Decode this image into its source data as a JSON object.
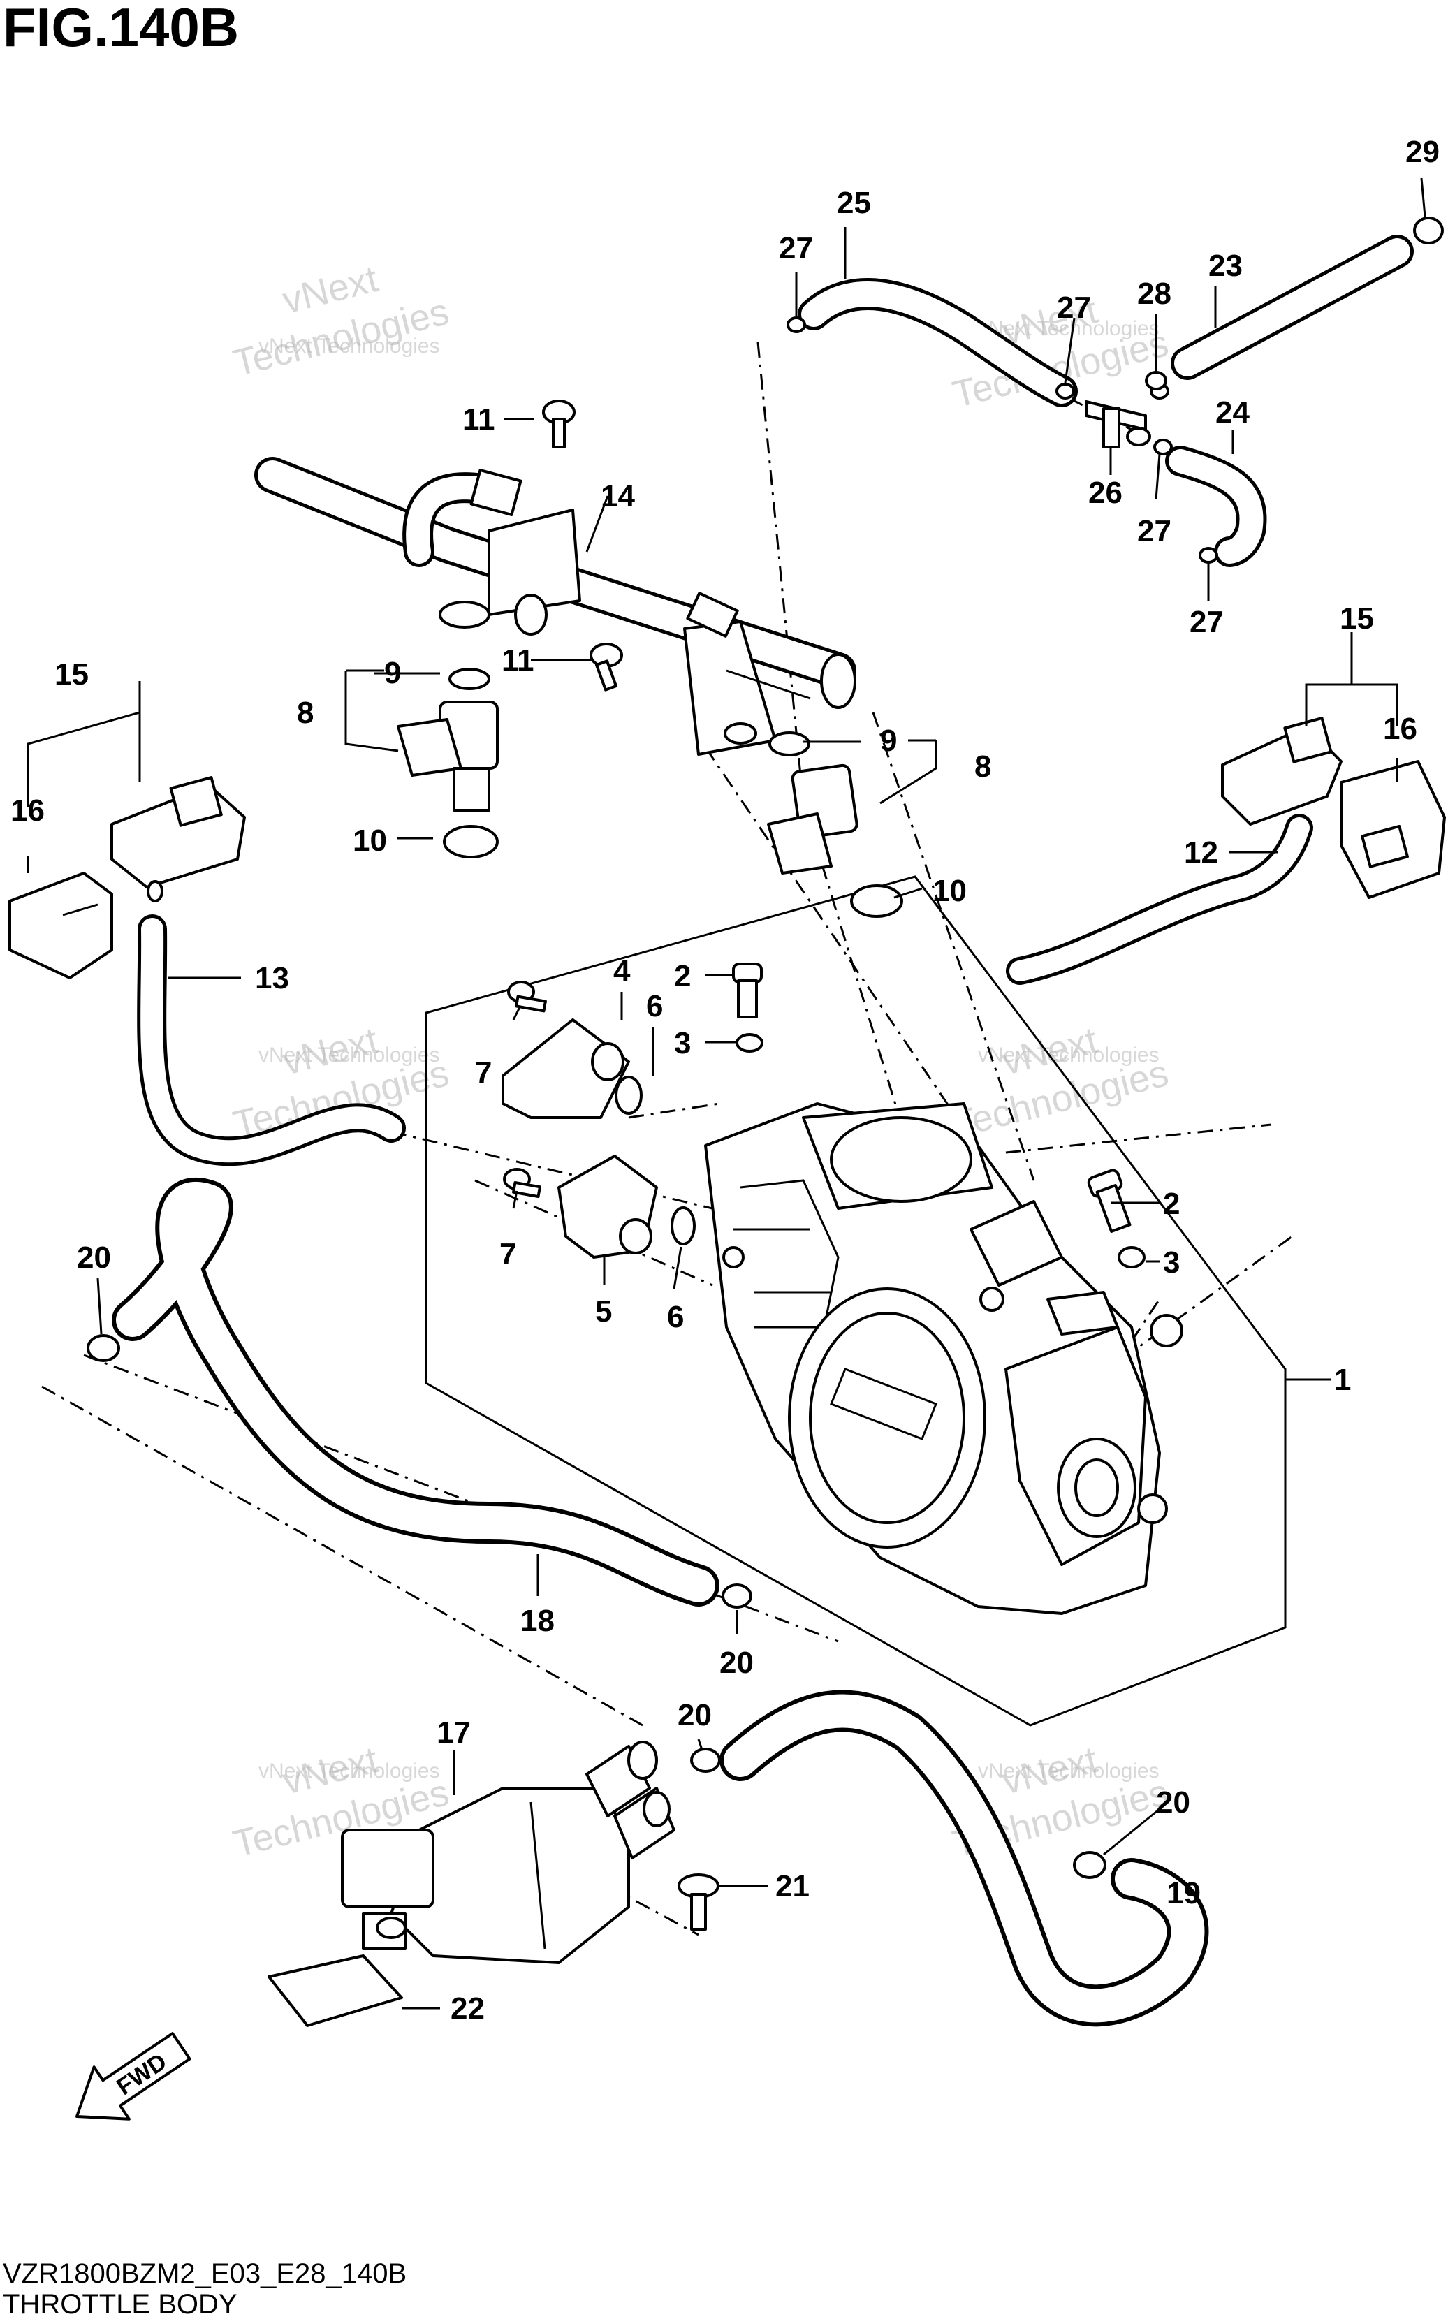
{
  "figure": {
    "title": "FIG.140B",
    "code": "VZR1800BZM2_E03_E28_140B",
    "name": "THROTTLE BODY"
  },
  "watermark": {
    "line1": "vNext Technologies",
    "line2": "Technologies",
    "line3": "vNext"
  },
  "fwd_label": "FWD",
  "callouts": [
    {
      "id": "c1",
      "label": "1"
    },
    {
      "id": "c2a",
      "label": "2"
    },
    {
      "id": "c2b",
      "label": "2"
    },
    {
      "id": "c3a",
      "label": "3"
    },
    {
      "id": "c3b",
      "label": "3"
    },
    {
      "id": "c4",
      "label": "4"
    },
    {
      "id": "c5",
      "label": "5"
    },
    {
      "id": "c6a",
      "label": "6"
    },
    {
      "id": "c6b",
      "label": "6"
    },
    {
      "id": "c7a",
      "label": "7"
    },
    {
      "id": "c7b",
      "label": "7"
    },
    {
      "id": "c8a",
      "label": "8"
    },
    {
      "id": "c8b",
      "label": "8"
    },
    {
      "id": "c9a",
      "label": "9"
    },
    {
      "id": "c9b",
      "label": "9"
    },
    {
      "id": "c10a",
      "label": "10"
    },
    {
      "id": "c10b",
      "label": "10"
    },
    {
      "id": "c11a",
      "label": "11"
    },
    {
      "id": "c11b",
      "label": "11"
    },
    {
      "id": "c12",
      "label": "12"
    },
    {
      "id": "c13",
      "label": "13"
    },
    {
      "id": "c14",
      "label": "14"
    },
    {
      "id": "c15a",
      "label": "15"
    },
    {
      "id": "c15b",
      "label": "15"
    },
    {
      "id": "c16a",
      "label": "16"
    },
    {
      "id": "c16b",
      "label": "16"
    },
    {
      "id": "c17",
      "label": "17"
    },
    {
      "id": "c18",
      "label": "18"
    },
    {
      "id": "c19",
      "label": "19"
    },
    {
      "id": "c20a",
      "label": "20"
    },
    {
      "id": "c20b",
      "label": "20"
    },
    {
      "id": "c20c",
      "label": "20"
    },
    {
      "id": "c20d",
      "label": "20"
    },
    {
      "id": "c21",
      "label": "21"
    },
    {
      "id": "c22",
      "label": "22"
    },
    {
      "id": "c23",
      "label": "23"
    },
    {
      "id": "c24",
      "label": "24"
    },
    {
      "id": "c25",
      "label": "25"
    },
    {
      "id": "c26",
      "label": "26"
    },
    {
      "id": "c27a",
      "label": "27"
    },
    {
      "id": "c27b",
      "label": "27"
    },
    {
      "id": "c27c",
      "label": "27"
    },
    {
      "id": "c27d",
      "label": "27"
    },
    {
      "id": "c28",
      "label": "28"
    },
    {
      "id": "c29",
      "label": "29"
    }
  ]
}
